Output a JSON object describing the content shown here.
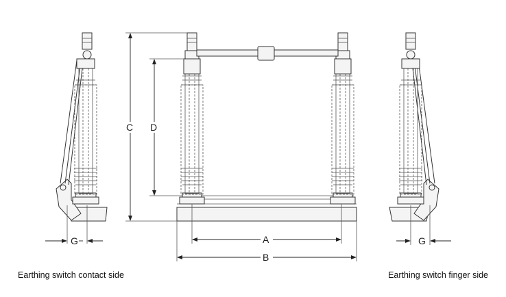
{
  "dimensions": {
    "A": "A",
    "B": "B",
    "C": "C",
    "D": "D",
    "G_left": "G",
    "G_right": "G"
  },
  "captions": {
    "left": "Earthing switch contact side",
    "right": "Earthing switch finger side"
  }
}
